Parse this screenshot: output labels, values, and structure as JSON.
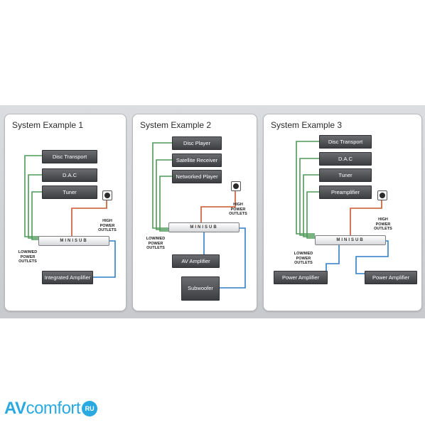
{
  "colors": {
    "green": "#4f9a58",
    "orange": "#c7572c",
    "blue": "#2f7fc7"
  },
  "panel1": {
    "title": "System Example 1",
    "devices": [
      "Disc Transport",
      "D.A.C",
      "Tuner"
    ],
    "amp": "Integrated Amplifier",
    "minisub": "MINISUB",
    "high": "HIGH\nPOWER\nOUTLETS",
    "low": "LOW/MED\nPOWER\nOUTLETS"
  },
  "panel2": {
    "title": "System Example 2",
    "devices": [
      "Disc Player",
      "Satellite Receiver",
      "Networked Player"
    ],
    "amp": "AV Amplifier",
    "sub": "Subwoofer",
    "minisub": "MINISUB",
    "high": "HIGH\nPOWER\nOUTLETS",
    "low": "LOW/MED\nPOWER\nOUTLETS"
  },
  "panel3": {
    "title": "System Example 3",
    "devices": [
      "Disc Transport",
      "D.A.C",
      "Tuner",
      "Preamplifier"
    ],
    "amps": [
      "Power Amplifier",
      "Power Amplifier"
    ],
    "minisub": "MINISUB",
    "high": "HIGH\nPOWER\nOUTLETS",
    "low": "LOW/MED\nPOWER\nOUTLETS"
  },
  "brand": {
    "av": "AV",
    "comfort": "comfort",
    "ru": "RU"
  }
}
